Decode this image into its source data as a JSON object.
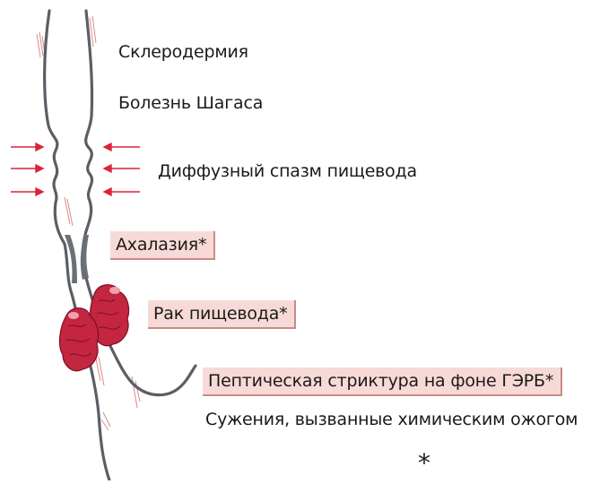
{
  "labels": {
    "scleroderma": "Склеродермия",
    "chagas": "Болезнь Шагаса",
    "diffuse_spasm": "Диффузный спазм пищевода",
    "achalasia": "Ахалазия*",
    "cancer": "Рак пищевода*",
    "peptic_stricture": "Пептическая стриктура на фоне ГЭРБ*",
    "chemical_burn": "Сужения, вызванные химическим ожогом",
    "footnote_mark": "*"
  },
  "colors": {
    "arrow": "#d9243a",
    "highlight": "#f7dad7",
    "highlight_border": "#c98a86",
    "tumor": "#c4253f",
    "wall": "#5a5f66",
    "hatch": "#d98c8c"
  }
}
